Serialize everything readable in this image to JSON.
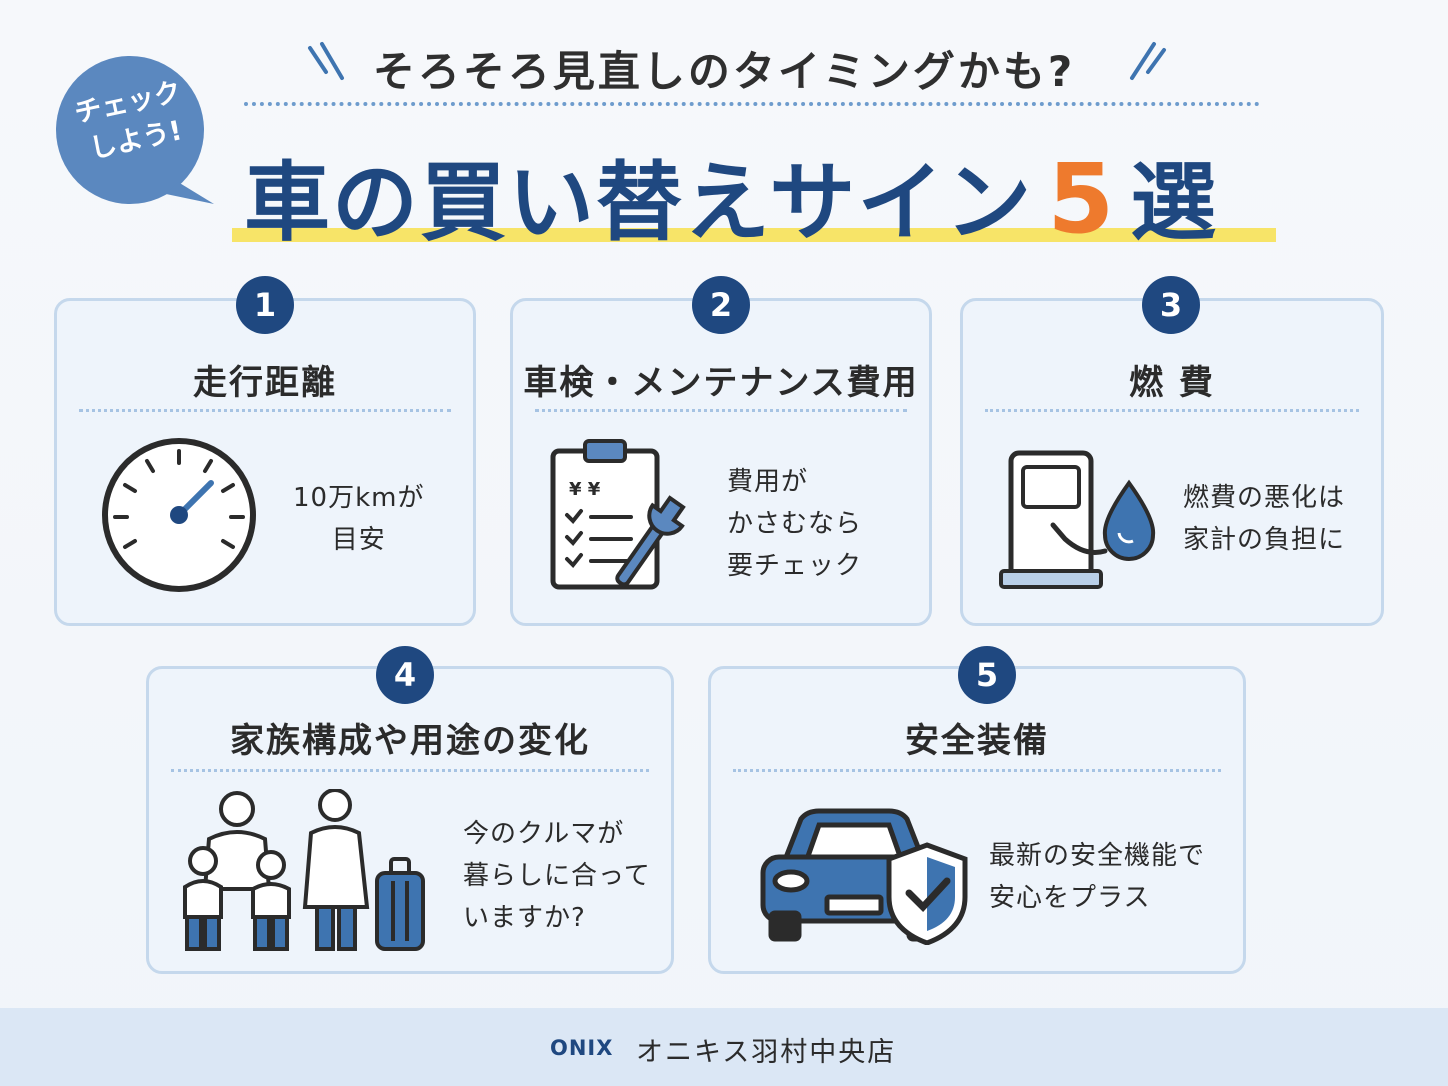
{
  "header": {
    "subtitle": "そろそろ見直しのタイミングかも?",
    "bubble_line1": "チェック",
    "bubble_line2": "しよう!",
    "title_pre": "車の買い替えサイン",
    "title_num": "5",
    "title_post": "選"
  },
  "colors": {
    "navy": "#1f4880",
    "accent_orange": "#ee7a2d",
    "highlight_yellow": "#f7e468",
    "light_blue": "#5b88bf",
    "card_bg": "#eef4fb"
  },
  "cards": [
    {
      "num": "1",
      "title": "走行距離",
      "icon": "speedometer-icon",
      "lines": [
        "10万kmが",
        "目安"
      ]
    },
    {
      "num": "2",
      "title": "車検・メンテナンス費用",
      "icon": "clipboard-wrench-icon",
      "clipboard_yen": "¥ ¥",
      "lines": [
        "費用が",
        "かさむなら",
        "要チェック"
      ]
    },
    {
      "num": "3",
      "title": "燃 費",
      "icon": "fuel-pump-icon",
      "lines": [
        "燃費の悪化は",
        "家計の負担に"
      ]
    },
    {
      "num": "4",
      "title": "家族構成や用途の変化",
      "icon": "family-luggage-icon",
      "lines": [
        "今のクルマが",
        "暮らしに合って",
        "いますか?"
      ]
    },
    {
      "num": "5",
      "title": "安全装備",
      "icon": "car-shield-icon",
      "lines": [
        "最新の安全機能で",
        "安心をプラス"
      ]
    }
  ],
  "footer": {
    "logo": "ONIX",
    "store_name": "オニキス羽村中央店"
  }
}
